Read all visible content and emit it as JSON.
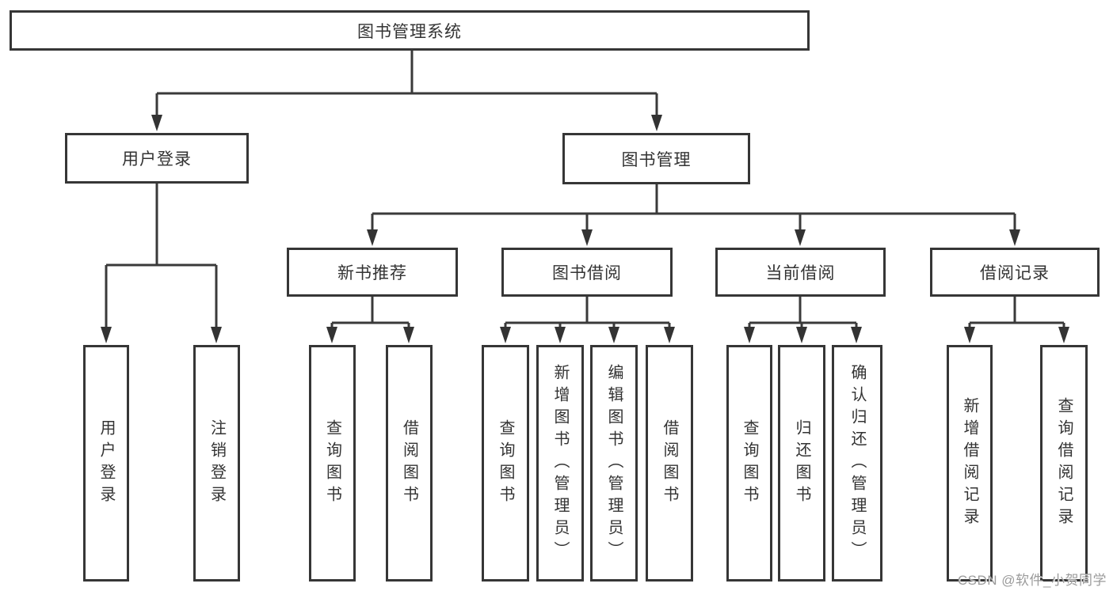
{
  "diagram": {
    "root": {
      "label": "图书管理系统"
    },
    "branches": [
      {
        "label": "用户登录",
        "children": [
          {
            "label": "用户登录"
          },
          {
            "label": "注销登录"
          }
        ]
      },
      {
        "label": "图书管理",
        "children": [
          {
            "label": "新书推荐",
            "children": [
              {
                "label": "查询图书"
              },
              {
                "label": "借阅图书"
              }
            ]
          },
          {
            "label": "图书借阅",
            "children": [
              {
                "label": "查询图书"
              },
              {
                "label": "新增图书（管理员）"
              },
              {
                "label": "编辑图书（管理员）"
              },
              {
                "label": "借阅图书"
              }
            ]
          },
          {
            "label": "当前借阅",
            "children": [
              {
                "label": "查询图书"
              },
              {
                "label": "归还图书"
              },
              {
                "label": "确认归还（管理员）"
              }
            ]
          },
          {
            "label": "借阅记录",
            "children": [
              {
                "label": "新增借阅记录"
              },
              {
                "label": "查询借阅记录"
              }
            ]
          }
        ]
      }
    ]
  },
  "watermark": {
    "text": "CSDN @软件_小贺同学"
  },
  "colors": {
    "line": "#3a3a3a",
    "border": "#363636",
    "text": "#333333",
    "watermark": "#9b9b9b",
    "background": "#ffffff"
  }
}
